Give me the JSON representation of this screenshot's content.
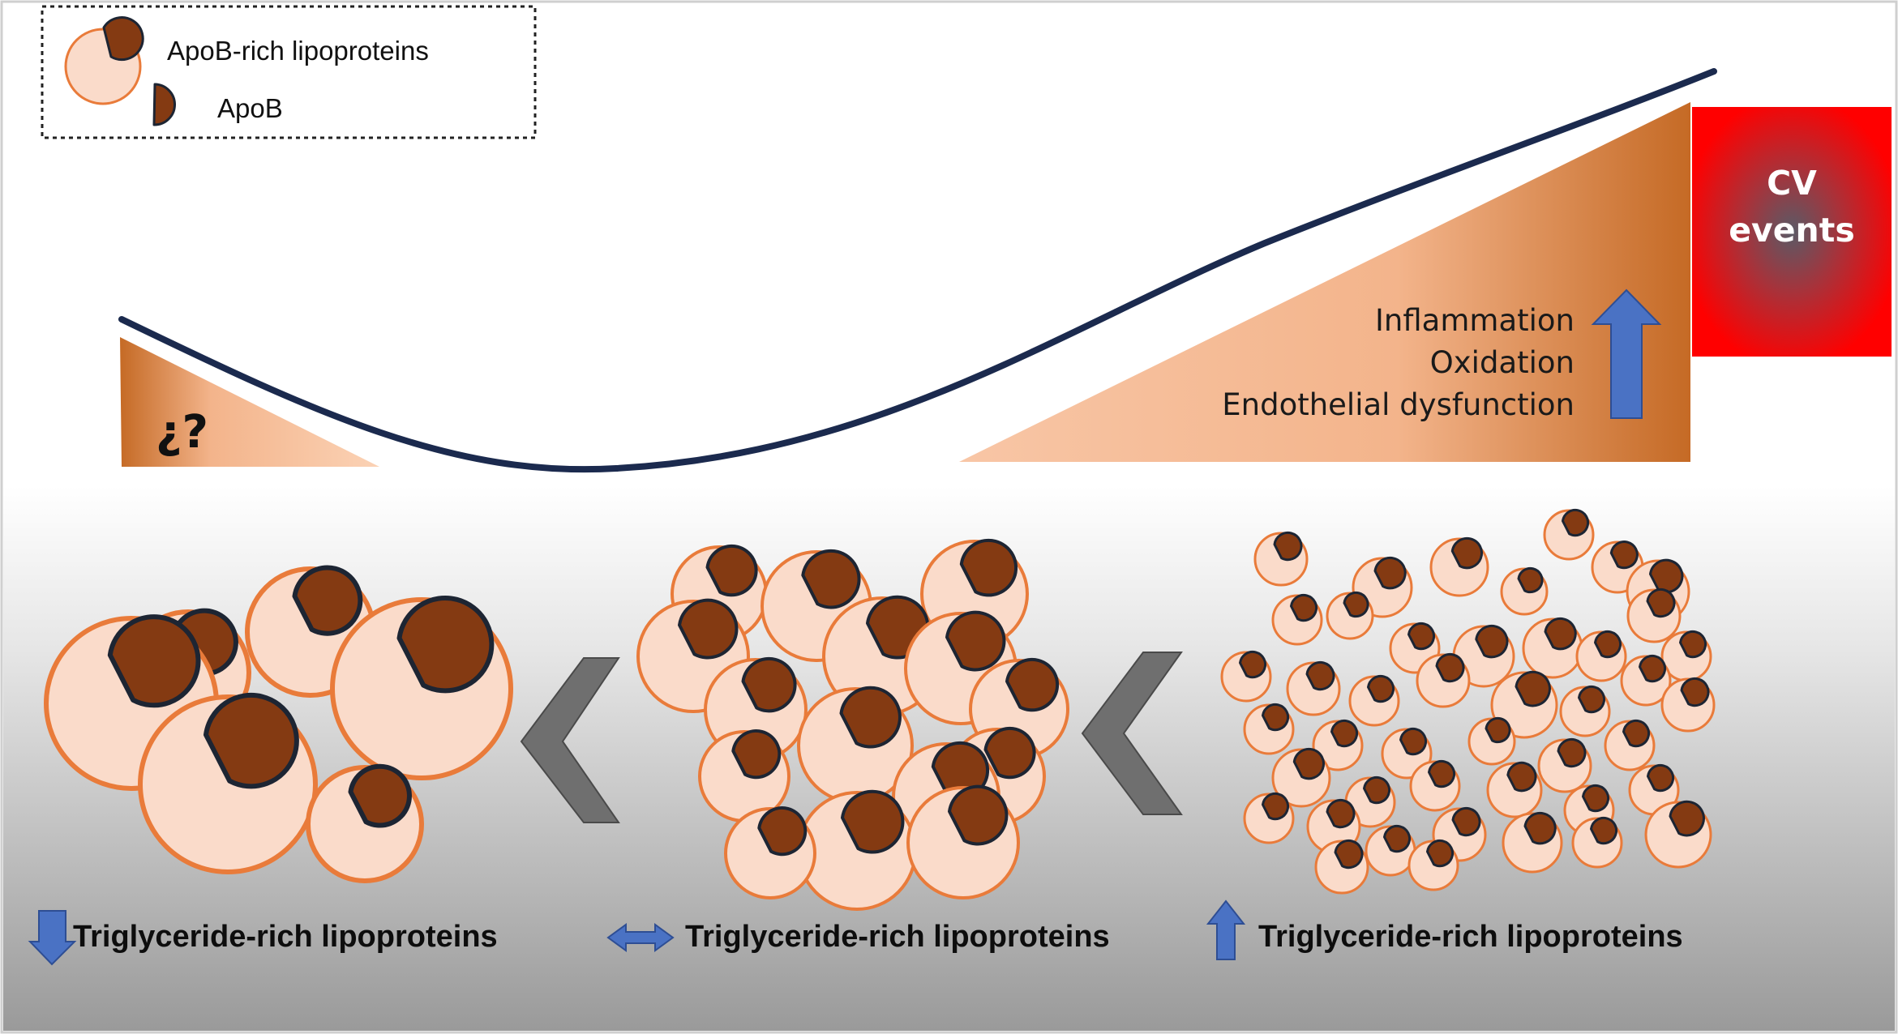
{
  "legend": {
    "lipoprotein_label": "ApoB-rich lipoproteins",
    "apob_label": "ApoB"
  },
  "curve_left_label": "¿?",
  "effects": [
    "Inflammation",
    "Oxidation",
    "Endothelial dysfunction"
  ],
  "cv_box": {
    "line1": "CV",
    "line2": "events",
    "color": "#ff0000"
  },
  "captions": {
    "left": "Triglyceride-rich lipoproteins",
    "middle": "Triglyceride-rich lipoproteins",
    "right": "Triglyceride-rich lipoproteins"
  },
  "indicators": {
    "left": "decrease",
    "middle": "no-change",
    "right": "increase"
  },
  "colors": {
    "particle_fill": "#fadbca",
    "particle_stroke": "#e97b3a",
    "apob": "#843a12",
    "curve": "#1b2a4e",
    "arrow_blue": "#4a72c4",
    "chevron": "#6f6f6f"
  }
}
